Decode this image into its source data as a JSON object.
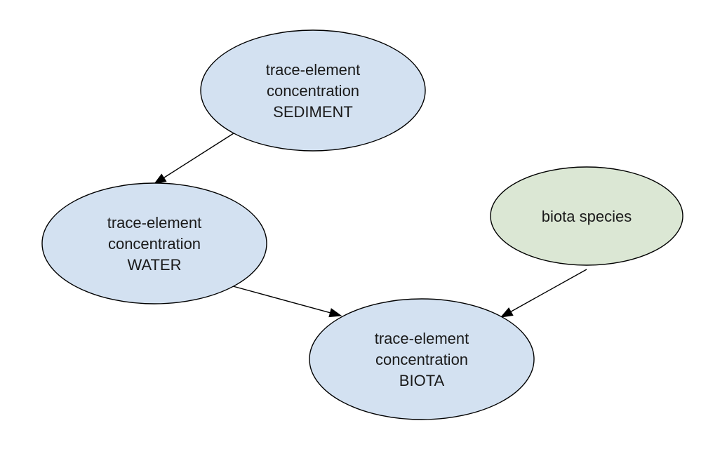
{
  "diagram": {
    "type": "directed-graph",
    "colors": {
      "concentration_fill": "#d3e1f1",
      "species_fill": "#dbe7d4",
      "stroke": "#000000",
      "text": "#1a1a1a"
    },
    "nodes": [
      {
        "id": "sediment",
        "kind": "concentration",
        "lines": [
          "trace-element",
          "concentration",
          "SEDIMENT"
        ]
      },
      {
        "id": "water",
        "kind": "concentration",
        "lines": [
          "trace-element",
          "concentration",
          "WATER"
        ]
      },
      {
        "id": "biota",
        "kind": "concentration",
        "lines": [
          "trace-element",
          "concentration",
          "BIOTA"
        ]
      },
      {
        "id": "species",
        "kind": "species",
        "lines": [
          "biota species"
        ]
      }
    ],
    "edges": [
      {
        "from": "sediment",
        "to": "water"
      },
      {
        "from": "water",
        "to": "biota"
      },
      {
        "from": "species",
        "to": "biota"
      }
    ]
  }
}
